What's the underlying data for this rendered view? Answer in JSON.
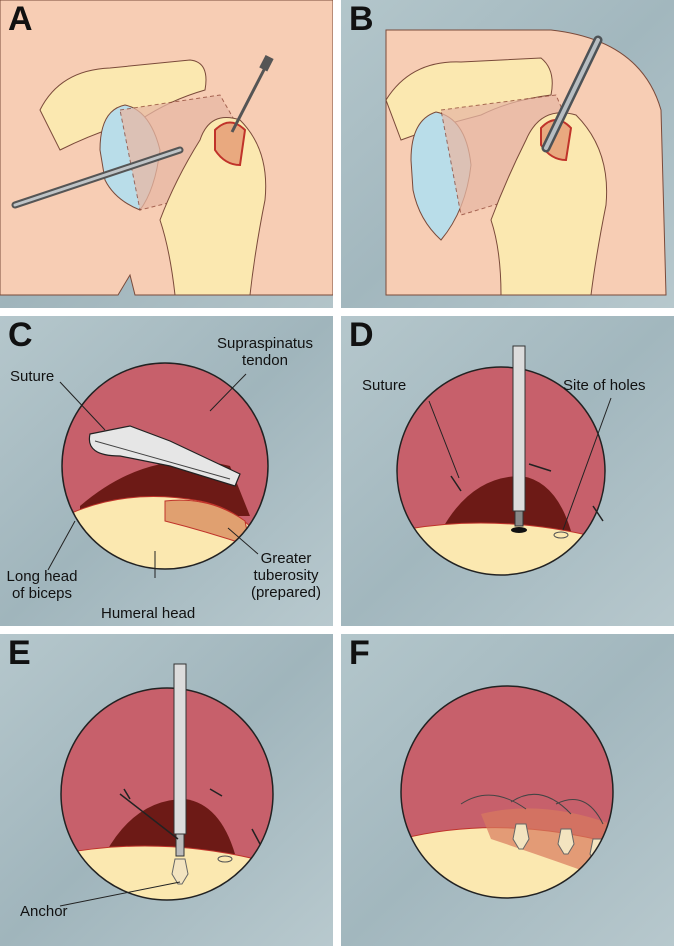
{
  "panels": {
    "a": {
      "letter": "A"
    },
    "b": {
      "letter": "B"
    },
    "c": {
      "letter": "C",
      "labels": {
        "supraspinatus_line1": "Supraspinatus",
        "supraspinatus_line2": "tendon",
        "suture": "Suture",
        "long_head_line1": "Long head",
        "long_head_line2": "of biceps",
        "humeral_head": "Humeral head",
        "greater_line1": "Greater",
        "greater_line2": "tuberosity",
        "greater_line3": "(prepared)"
      }
    },
    "d": {
      "letter": "D",
      "labels": {
        "suture": "Suture",
        "site_of_holes": "Site of holes"
      }
    },
    "e": {
      "letter": "E",
      "labels": {
        "anchor": "Anchor"
      }
    },
    "f": {
      "letter": "F"
    }
  },
  "colors": {
    "background_blue": "#a9bcc2",
    "skin": "#f7cdb4",
    "bone": "#fbe8b0",
    "tendon": "#c7606b",
    "dark_gap": "#6d1a16",
    "cartilage_blue": "#b9dde9",
    "outline": "#c0332a"
  }
}
